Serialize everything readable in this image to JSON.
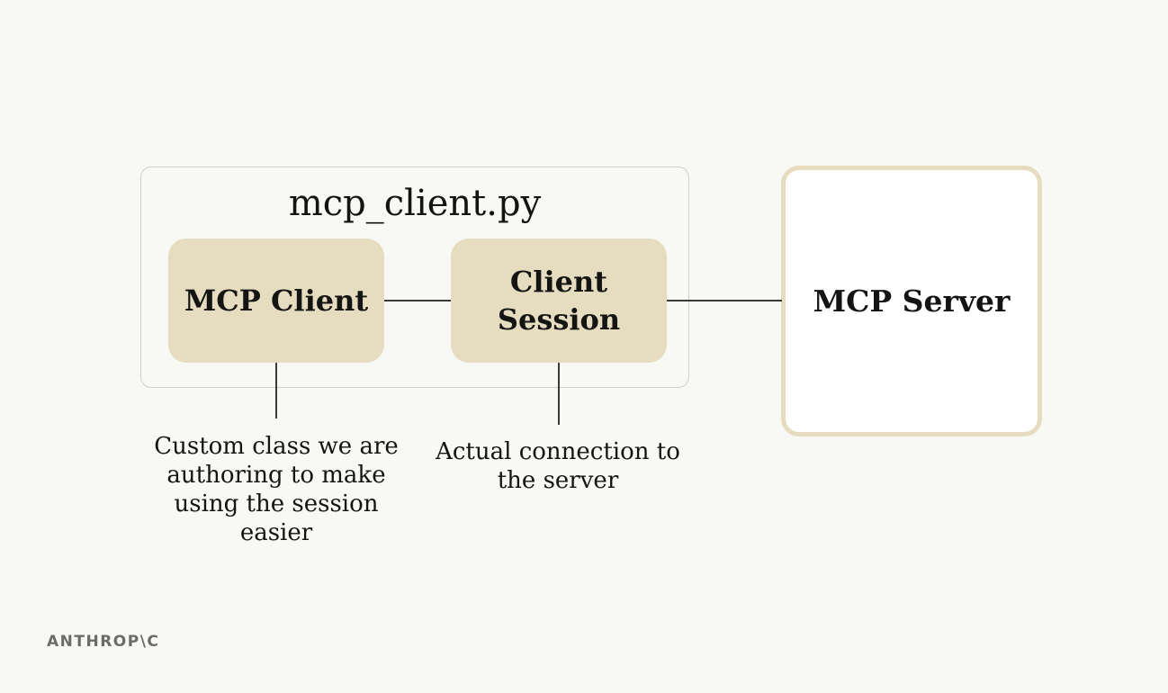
{
  "diagram": {
    "file_label": "mcp_client.py",
    "nodes": {
      "mcp_client": "MCP Client",
      "client_session": "Client\nSession",
      "mcp_server": "MCP Server"
    },
    "annotations": {
      "mcp_client": "Custom class we are authoring to make using the session easier",
      "client_session": "Actual connection to the server"
    },
    "colors": {
      "node_fill": "#e6dcc0",
      "server_border": "#e6dcc0",
      "background": "#f8f9f5",
      "line": "#3a3a38"
    }
  },
  "branding": {
    "logo": "ANTHROP\\C"
  }
}
